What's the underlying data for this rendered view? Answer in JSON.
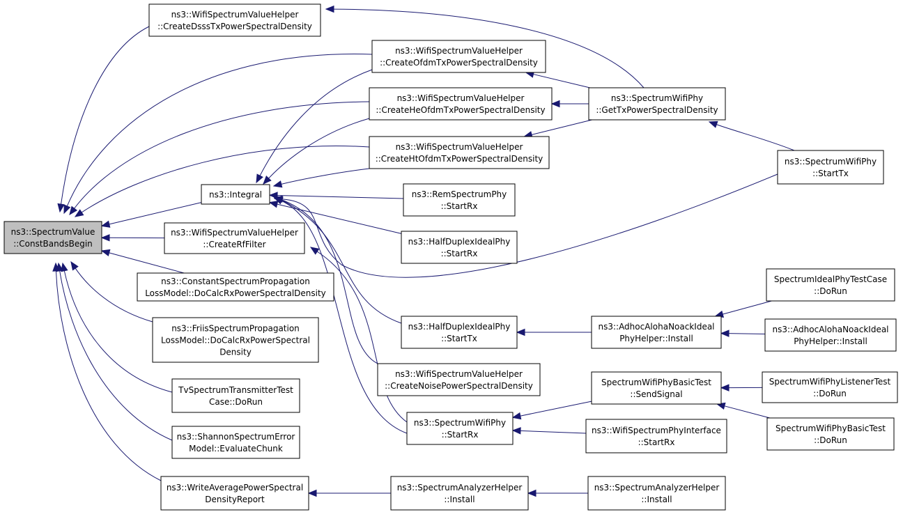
{
  "diagram": {
    "edge_color": "#191970",
    "focus_fill": "#bfbfbf",
    "nodes": [
      {
        "id": "csv",
        "lines": [
          "ns3::SpectrumValue",
          "::ConstBandsBegin"
        ],
        "focus": true,
        "interactable": false
      },
      {
        "id": "integral",
        "lines": [
          "ns3::Integral"
        ],
        "interactable": true
      },
      {
        "id": "rf",
        "lines": [
          "ns3::WifiSpectrumValueHelper",
          "::CreateRfFilter"
        ],
        "interactable": true
      },
      {
        "id": "cspl",
        "lines": [
          "ns3::ConstantSpectrumPropagation",
          "LossModel::DoCalcRxPowerSpectralDensity"
        ],
        "interactable": true
      },
      {
        "id": "friis",
        "lines": [
          "ns3::FriisSpectrumPropagation",
          "LossModel::DoCalcRxPowerSpectral",
          "Density"
        ],
        "interactable": true
      },
      {
        "id": "tvst",
        "lines": [
          "TvSpectrumTransmitterTest",
          "Case::DoRun"
        ],
        "interactable": true
      },
      {
        "id": "shannon",
        "lines": [
          "ns3::ShannonSpectrumError",
          "Model::EvaluateChunk"
        ],
        "interactable": true
      },
      {
        "id": "wapsd",
        "lines": [
          "ns3::WriteAveragePowerSpectral",
          "DensityReport"
        ],
        "interactable": true
      },
      {
        "id": "dsss",
        "lines": [
          "ns3::WifiSpectrumValueHelper",
          "::CreateDsssTxPowerSpectralDensity"
        ],
        "interactable": true
      },
      {
        "id": "ofdm",
        "lines": [
          "ns3::WifiSpectrumValueHelper",
          "::CreateOfdmTxPowerSpectralDensity"
        ],
        "interactable": true
      },
      {
        "id": "heofdm",
        "lines": [
          "ns3::WifiSpectrumValueHelper",
          "::CreateHeOfdmTxPowerSpectralDensity"
        ],
        "interactable": true
      },
      {
        "id": "htofdm",
        "lines": [
          "ns3::WifiSpectrumValueHelper",
          "::CreateHtOfdmTxPowerSpectralDensity"
        ],
        "interactable": true
      },
      {
        "id": "rem",
        "lines": [
          "ns3::RemSpectrumPhy",
          "::StartRx"
        ],
        "interactable": true
      },
      {
        "id": "hdrx",
        "lines": [
          "ns3::HalfDuplexIdealPhy",
          "::StartRx"
        ],
        "interactable": true
      },
      {
        "id": "hdtx",
        "lines": [
          "ns3::HalfDuplexIdealPhy",
          "::StartTx"
        ],
        "interactable": true
      },
      {
        "id": "noise",
        "lines": [
          "ns3::WifiSpectrumValueHelper",
          "::CreateNoisePowerSpectralDensity"
        ],
        "interactable": true
      },
      {
        "id": "swrx",
        "lines": [
          "ns3::SpectrumWifiPhy",
          "::StartRx"
        ],
        "interactable": true
      },
      {
        "id": "sah",
        "lines": [
          "ns3::SpectrumAnalyzerHelper",
          "::Install"
        ],
        "interactable": true
      },
      {
        "id": "gettx",
        "lines": [
          "ns3::SpectrumWifiPhy",
          "::GetTxPowerSpectralDensity"
        ],
        "interactable": true
      },
      {
        "id": "starttx",
        "lines": [
          "ns3::SpectrumWifiPhy",
          "::StartTx"
        ],
        "interactable": true
      },
      {
        "id": "adhoc",
        "lines": [
          "ns3::AdhocAlohaNoackIdeal",
          "PhyHelper::Install"
        ],
        "interactable": true
      },
      {
        "id": "sendsig",
        "lines": [
          "SpectrumWifiPhyBasicTest",
          "::SendSignal"
        ],
        "interactable": true
      },
      {
        "id": "wspi",
        "lines": [
          "ns3::WifiSpectrumPhyInterface",
          "::StartRx"
        ],
        "interactable": true
      },
      {
        "id": "sah2",
        "lines": [
          "ns3::SpectrumAnalyzerHelper",
          "::Install"
        ],
        "interactable": true
      },
      {
        "id": "sipt",
        "lines": [
          "SpectrumIdealPhyTestCase",
          "::DoRun"
        ],
        "interactable": true
      },
      {
        "id": "adhoc2",
        "lines": [
          "ns3::AdhocAlohaNoackIdeal",
          "PhyHelper::Install"
        ],
        "interactable": true
      },
      {
        "id": "swplt",
        "lines": [
          "SpectrumWifiPhyListenerTest",
          "::DoRun"
        ],
        "interactable": true
      },
      {
        "id": "swpbt",
        "lines": [
          "SpectrumWifiPhyBasicTest",
          "::DoRun"
        ],
        "interactable": true
      }
    ],
    "edges": [
      {
        "from": "integral",
        "to": "csv"
      },
      {
        "from": "rf",
        "to": "csv"
      },
      {
        "from": "cspl",
        "to": "csv"
      },
      {
        "from": "friis",
        "to": "csv"
      },
      {
        "from": "tvst",
        "to": "csv"
      },
      {
        "from": "shannon",
        "to": "csv"
      },
      {
        "from": "wapsd",
        "to": "csv"
      },
      {
        "from": "dsss",
        "to": "csv"
      },
      {
        "from": "ofdm",
        "to": "csv"
      },
      {
        "from": "heofdm",
        "to": "csv"
      },
      {
        "from": "htofdm",
        "to": "csv"
      },
      {
        "from": "ofdm",
        "to": "integral"
      },
      {
        "from": "heofdm",
        "to": "integral"
      },
      {
        "from": "htofdm",
        "to": "integral"
      },
      {
        "from": "rem",
        "to": "integral"
      },
      {
        "from": "hdrx",
        "to": "integral"
      },
      {
        "from": "hdtx",
        "to": "integral"
      },
      {
        "from": "noise",
        "to": "integral"
      },
      {
        "from": "swrx",
        "to": "integral"
      },
      {
        "from": "starttx",
        "to": "integral"
      },
      {
        "from": "swrx",
        "to": "rf"
      },
      {
        "from": "gettx",
        "to": "dsss"
      },
      {
        "from": "gettx",
        "to": "ofdm"
      },
      {
        "from": "gettx",
        "to": "heofdm"
      },
      {
        "from": "gettx",
        "to": "htofdm"
      },
      {
        "from": "starttx",
        "to": "gettx"
      },
      {
        "from": "adhoc",
        "to": "hdtx"
      },
      {
        "from": "sipt",
        "to": "adhoc"
      },
      {
        "from": "adhoc2",
        "to": "adhoc"
      },
      {
        "from": "sendsig",
        "to": "swrx"
      },
      {
        "from": "wspi",
        "to": "swrx"
      },
      {
        "from": "swplt",
        "to": "sendsig"
      },
      {
        "from": "swpbt",
        "to": "sendsig"
      },
      {
        "from": "sah",
        "to": "wapsd"
      },
      {
        "from": "sah2",
        "to": "sah"
      }
    ]
  }
}
